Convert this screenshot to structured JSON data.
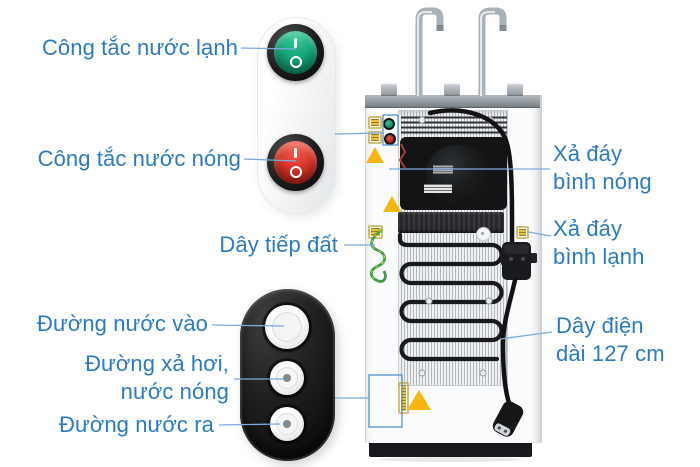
{
  "diagram_title": "Water dispenser rear-view callout diagram",
  "colors": {
    "label_blue": "#2b7ac4",
    "leader_line_blue": "#7cabdc",
    "callout_box_blue": "#5592d0",
    "switch_green": "#12a377",
    "switch_red": "#d8342a",
    "warning_yellow": "#f5b60d"
  },
  "annotations": {
    "cold_switch": {
      "text": "Công tắc nước lạnh"
    },
    "hot_switch": {
      "text": "Công tắc nước nóng"
    },
    "ground_wire": {
      "text": "Dây tiếp đất"
    },
    "water_inlet": {
      "text": "Đường nước vào"
    },
    "steam_hot_drain": {
      "line1": "Đường xả hơi,",
      "line2": "nước nóng"
    },
    "water_outlet": {
      "text": "Đường nước ra"
    },
    "hot_tank_drain": {
      "line1": "Xả đáy",
      "line2": "bình nóng"
    },
    "cold_tank_drain": {
      "line1": "Xả đáy",
      "line2": "bình lạnh"
    },
    "power_cord": {
      "line1": "Dây điện",
      "line2": "dài 127 cm"
    }
  },
  "switch_marks": {
    "on": "I",
    "off": "O"
  }
}
